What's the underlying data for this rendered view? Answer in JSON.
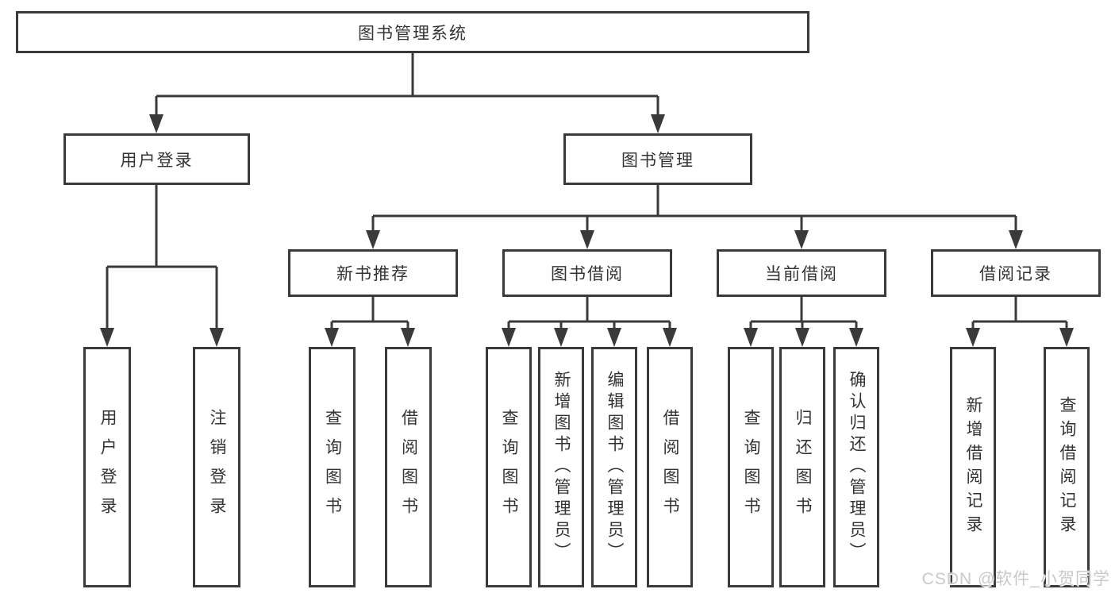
{
  "tree": {
    "root": {
      "label": "图书管理系统"
    },
    "branches": [
      {
        "label": "用户登录",
        "children": [
          {
            "label": "用户登录"
          },
          {
            "label": "注销登录"
          }
        ]
      },
      {
        "label": "图书管理",
        "children": [
          {
            "label": "新书推荐",
            "children": [
              {
                "label": "查询图书"
              },
              {
                "label": "借阅图书"
              }
            ]
          },
          {
            "label": "图书借阅",
            "children": [
              {
                "label": "查询图书"
              },
              {
                "label": "新增图书（管理员）"
              },
              {
                "label": "编辑图书（管理员）"
              },
              {
                "label": "借阅图书"
              }
            ]
          },
          {
            "label": "当前借阅",
            "children": [
              {
                "label": "查询图书"
              },
              {
                "label": "归还图书"
              },
              {
                "label": "确认归还（管理员）"
              }
            ]
          },
          {
            "label": "借阅记录",
            "children": [
              {
                "label": "新增借阅记录"
              },
              {
                "label": "查询借阅记录"
              }
            ]
          }
        ]
      }
    ]
  },
  "watermark": {
    "text": "CSDN @软件_小贺同学"
  },
  "colors": {
    "line": "#3a3a3a",
    "box_border": "#3a3a3a",
    "text": "#333333",
    "watermark": "#c9c9c9",
    "background": "#ffffff"
  }
}
